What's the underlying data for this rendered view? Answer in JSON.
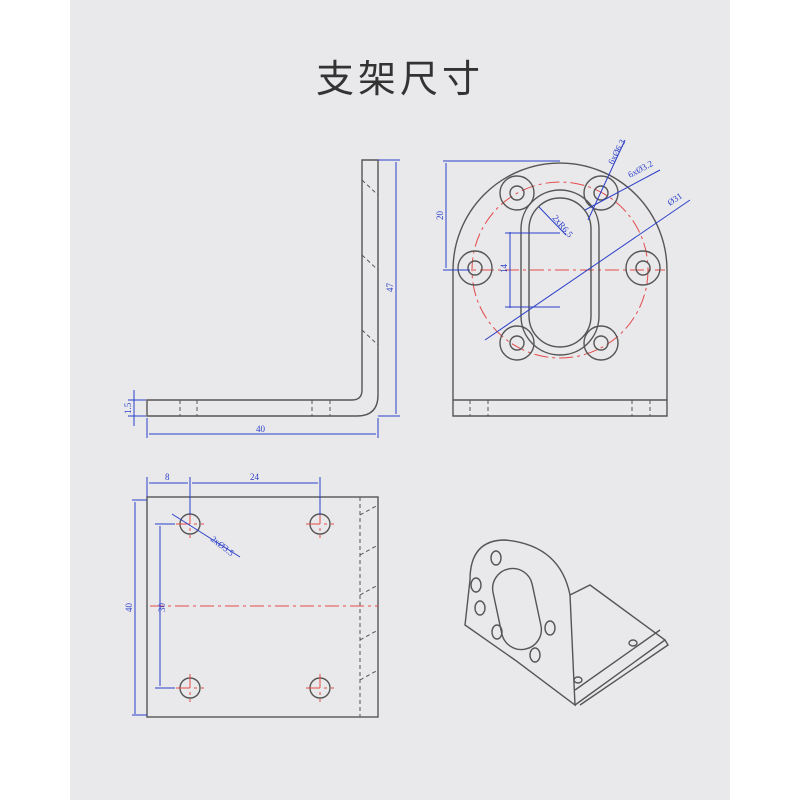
{
  "title": "支架尺寸",
  "side_view": {
    "height_dim": "47",
    "width_dim": "40",
    "thickness_dim": "1.5"
  },
  "front_view": {
    "height_dim": "20",
    "slot_dim": "14",
    "hole_outer": "6xØ6.3",
    "hole_inner": "6xØ3.2",
    "pcd": "Ø31",
    "slot_radius": "2xR6.5"
  },
  "bottom_view": {
    "edge_dim": "8",
    "spacing_dim": "24",
    "height_dim": "40",
    "hole_spacing_v": "30",
    "hole_label": "2xØ3.5"
  },
  "colors": {
    "dimension": "#2c3fc8",
    "centerline": "#e34a4a",
    "outline": "#555555"
  }
}
